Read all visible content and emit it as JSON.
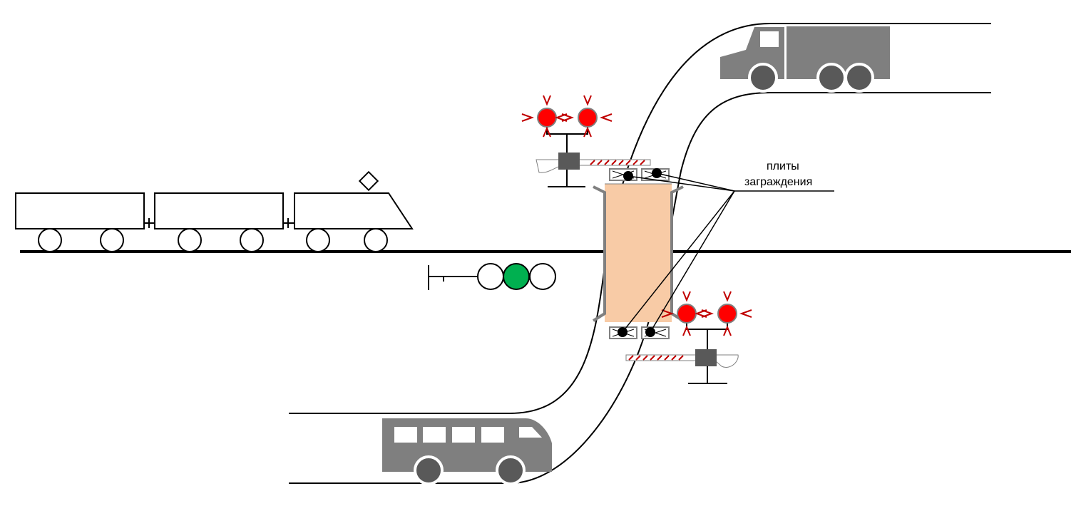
{
  "callout": {
    "line1": "плиты",
    "line2": "заграждения"
  },
  "colors": {
    "crossing_deck": "#f8cba6",
    "vehicle_gray": "#7f7f7f",
    "wheel_dark": "#595959",
    "signal_red": "#ff0000",
    "signal_green": "#00b050",
    "arrow_red": "#c00000",
    "barrier_stripe": "#c00000",
    "plate_gray": "#808080"
  },
  "icons": {
    "train": "train-icon",
    "bus": "bus-icon",
    "truck": "truck-icon",
    "traffic_signal": "crossing-signal-icon",
    "railway_signal": "railway-signal-icon",
    "barrier": "barrier-arm-icon",
    "plate": "barrier-plate-icon"
  },
  "states": {
    "railway_signal_lit": "green-middle",
    "crossing_signals_lit": "red"
  }
}
